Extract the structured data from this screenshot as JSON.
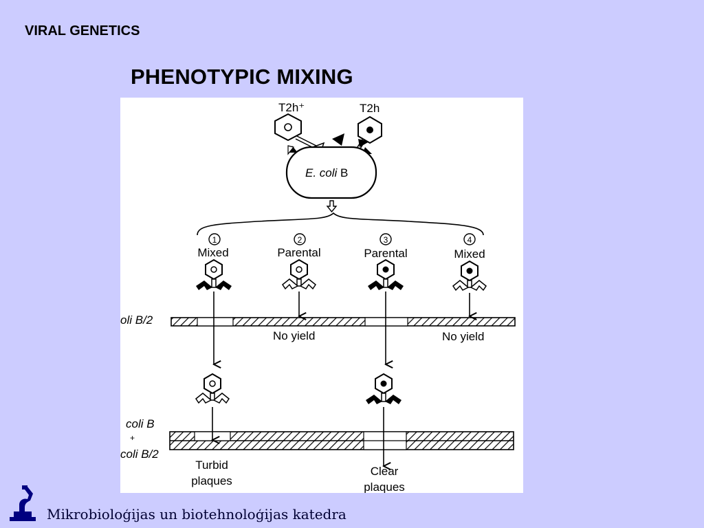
{
  "header": {
    "section_label": "VIRAL GENETICS",
    "title": "PHENOTYPIC MIXING"
  },
  "diagram": {
    "phage_left": "T2h⁺",
    "phage_right": "T2h",
    "host_label_prefix": "E. coli",
    "host_label_suffix": "B",
    "progeny": [
      {
        "number": "1",
        "type": "Mixed"
      },
      {
        "number": "2",
        "type": "Parental"
      },
      {
        "number": "3",
        "type": "Parental"
      },
      {
        "number": "4",
        "type": "Mixed"
      }
    ],
    "plate1_label": "oli B/2",
    "no_yield_left": "No yield",
    "no_yield_right": "No yield",
    "plate2_label_top": "coli B",
    "plate2_plus": "+",
    "plate2_label_bottom": "coli B/2",
    "result_left_line1": "Turbid",
    "result_left_line2": "plaques",
    "result_right_line1": "Clear",
    "result_right_line2": "plaques"
  },
  "footer": {
    "text": "Mikrobioloģijas un biotehnoloģijas katedra",
    "logo": "microscope-icon"
  }
}
